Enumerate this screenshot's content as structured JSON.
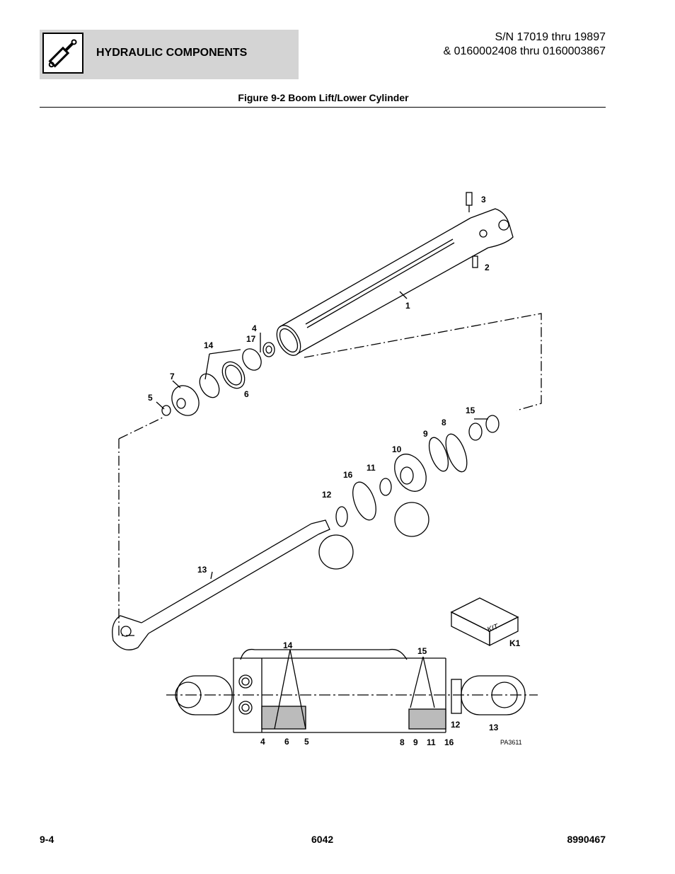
{
  "header": {
    "section_title": "HYDRAULIC COMPONENTS",
    "serial_line1": "S/N 17019 thru 19897",
    "serial_line2": "& 0160002408 thru 0160003867",
    "icon": "hydraulic-cylinder-icon"
  },
  "figure": {
    "title": "Figure 9-2 Boom Lift/Lower Cylinder",
    "code": "PA3611",
    "kit_text": "KIT",
    "callouts": {
      "c1": "1",
      "c2": "2",
      "c3": "3",
      "c4": "4",
      "c17": "17",
      "c14": "14",
      "c7": "7",
      "c5": "5",
      "c6": "6",
      "c15": "15",
      "c8": "8",
      "c9": "9",
      "c10": "10",
      "c11": "11",
      "c16": "16",
      "c12": "12",
      "c13": "13",
      "cK1": "K1",
      "s14": "14",
      "s15": "15",
      "s4": "4",
      "s6": "6",
      "s5": "5",
      "s8": "8",
      "s9": "9",
      "s11": "11",
      "s16": "16",
      "s12": "12",
      "s13": "13"
    }
  },
  "footer": {
    "left": "9-4",
    "center": "6042",
    "right": "8990467"
  }
}
